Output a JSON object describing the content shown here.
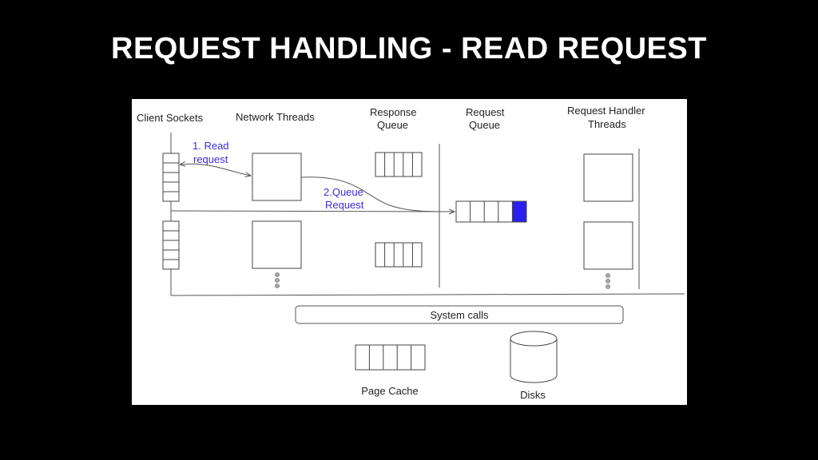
{
  "title": "REQUEST HANDLING - READ REQUEST",
  "diagram": {
    "labels": {
      "client_sockets": "Client Sockets",
      "network_threads": "Network Threads",
      "response_queue_1": "Response",
      "response_queue_2": "Queue",
      "request_queue_1": "Request",
      "request_queue_2": "Queue",
      "handler_threads_1": "Request Handler",
      "handler_threads_2": "Threads",
      "step1_line1": "1. Read",
      "step1_line2": "request",
      "step2_line1": "2.Queue",
      "step2_line2": "Request",
      "system_calls": "System calls",
      "page_cache": "Page Cache",
      "disks": "Disks"
    },
    "colors": {
      "step_text": "#3a2bd6",
      "queued_request": "#2a1ef0",
      "line": "#555555"
    }
  }
}
